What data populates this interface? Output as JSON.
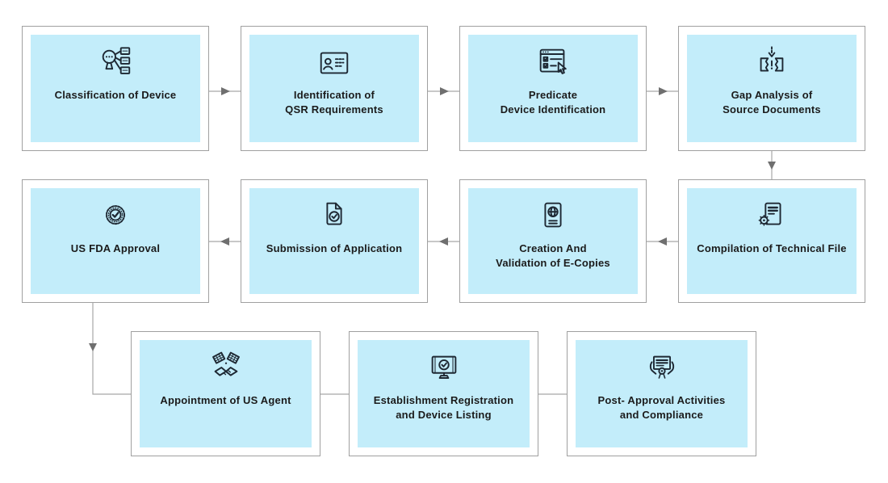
{
  "diagram": {
    "type": "flowchart",
    "subject": "US FDA device approval process",
    "colors": {
      "box_fill": "#c3edfa",
      "box_border": "#a0a0a0",
      "icon_stroke": "#1e2833",
      "text": "#1b1b1b",
      "connector_line": "#a8a8a8",
      "arrowhead": "#6f6f6f",
      "background": "#ffffff"
    },
    "boxes": [
      {
        "step": 1,
        "label": "Classification of Device",
        "icon": "magnifier-classification-icon"
      },
      {
        "step": 2,
        "label": "Identification of\nQSR Requirements",
        "icon": "id-card-icon"
      },
      {
        "step": 3,
        "label": "Predicate\nDevice Identification",
        "icon": "checklist-cursor-icon"
      },
      {
        "step": 4,
        "label": "Gap Analysis of\nSource Documents",
        "icon": "torn-document-arrow-icon"
      },
      {
        "step": 5,
        "label": "Compilation of Technical File",
        "icon": "document-gear-icon"
      },
      {
        "step": 6,
        "label": "Creation And\nValidation of E-Copies",
        "icon": "globe-document-icon"
      },
      {
        "step": 7,
        "label": "Submission of Application",
        "icon": "document-check-icon"
      },
      {
        "step": 8,
        "label": "US FDA Approval",
        "icon": "approval-seal-icon"
      },
      {
        "step": 9,
        "label": "Appointment of US Agent",
        "icon": "handshake-flags-icon"
      },
      {
        "step": 10,
        "label": "Establishment Registration\nand Device Listing",
        "icon": "monitor-check-icon"
      },
      {
        "step": 11,
        "label": "Post- Approval Activities\nand Compliance",
        "icon": "certificate-hands-icon"
      }
    ],
    "connectors": [
      {
        "from": "Classification of Device",
        "to": "Identification of QSR Requirements",
        "direction": "right"
      },
      {
        "from": "Identification of QSR Requirements",
        "to": "Predicate Device Identification",
        "direction": "right"
      },
      {
        "from": "Predicate Device Identification",
        "to": "Gap Analysis of Source Documents",
        "direction": "right"
      },
      {
        "from": "Gap Analysis of Source Documents",
        "to": "Compilation of Technical File",
        "direction": "down"
      },
      {
        "from": "Compilation of Technical File",
        "to": "Creation And Validation of E-Copies",
        "direction": "left"
      },
      {
        "from": "Creation And Validation of E-Copies",
        "to": "Submission of Application",
        "direction": "left"
      },
      {
        "from": "Submission of Application",
        "to": "US FDA Approval",
        "direction": "left"
      },
      {
        "from": "US FDA Approval",
        "to": "Appointment of US Agent",
        "direction": "down-right-elbow"
      },
      {
        "from": "Appointment of US Agent",
        "to": "Establishment Registration and Device Listing",
        "direction": "line"
      },
      {
        "from": "Establishment Registration and Device Listing",
        "to": "Post- Approval Activities and Compliance",
        "direction": "line"
      }
    ]
  }
}
